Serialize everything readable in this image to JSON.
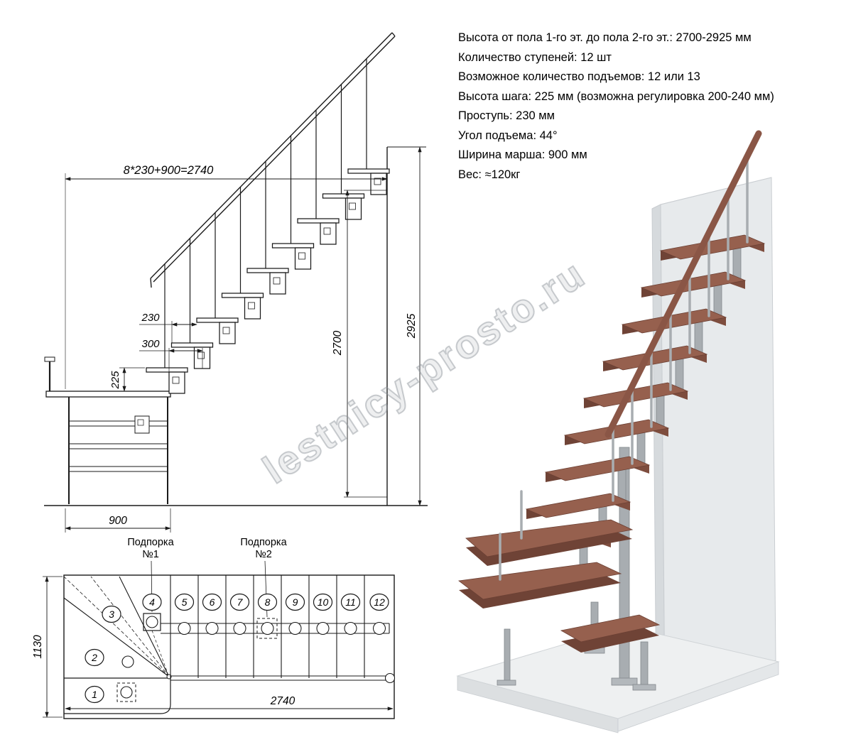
{
  "specs": {
    "lines": [
      "Высота от пола 1-го эт. до пола 2-го эт.: 2700-2925 мм",
      "Количество ступеней: 12 шт",
      "Возможное количество подъемов: 12 или 13",
      "Высота шага: 225 мм (возможна регулировка 200-240 мм)",
      "Проступь: 230 мм",
      "Угол подъема: 44°",
      "Ширина марша: 900 мм",
      "Вес: ≈120кг"
    ]
  },
  "side_view": {
    "dim_run": "8*230+900=2740",
    "dim_height_total": "2925",
    "dim_height_clear": "2700",
    "dim_tread": "230",
    "dim_module": "300",
    "dim_riser": "225",
    "dim_platform": "900"
  },
  "plan_view": {
    "dim_depth": "1130",
    "dim_length": "2740",
    "support1": [
      "Подпорка",
      "№1"
    ],
    "support2": [
      "Подпорка",
      "№2"
    ],
    "steps": [
      "1",
      "2",
      "3",
      "4",
      "5",
      "6",
      "7",
      "8",
      "9",
      "10",
      "11",
      "12"
    ]
  },
  "watermark": {
    "text": "lestnicy-prosto.ru"
  },
  "colors": {
    "wood": "#96604e",
    "wood_front": "#6f4336",
    "wood_side": "#7e4d3e",
    "rail": "#8a5646",
    "metal": "#a8adb1",
    "metal_dark": "#82888c",
    "wall": "#e7eaec",
    "wall_shade": "#d6dadd",
    "floor": "#eef0f1",
    "floor_shade": "#dcdfe1"
  }
}
